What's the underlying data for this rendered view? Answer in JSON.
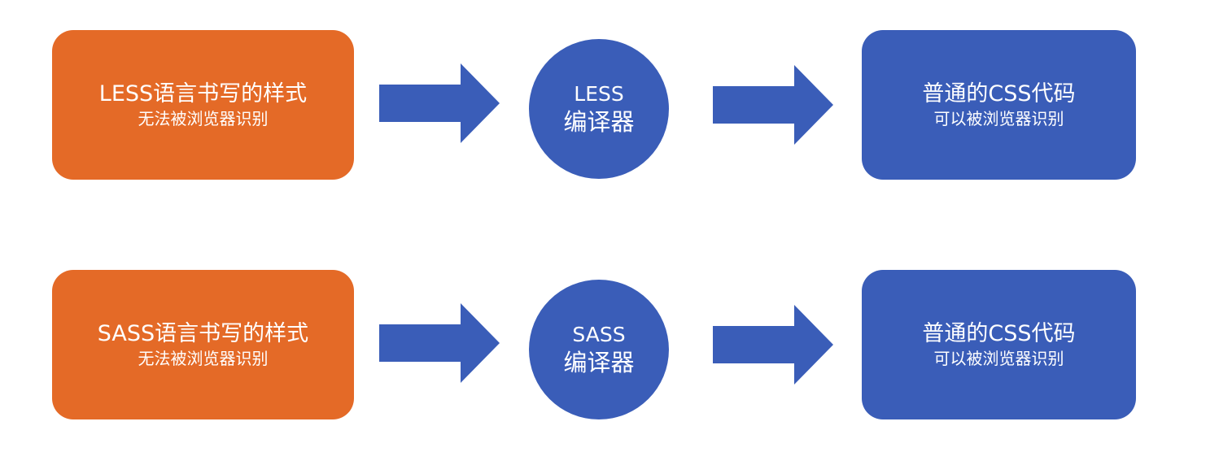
{
  "colors": {
    "source_box": "#e46a27",
    "compiler": "#3a5db8",
    "output_box": "#3a5db8",
    "arrow": "#3a5db8",
    "text": "#ffffff"
  },
  "rows": [
    {
      "source": {
        "title": "LESS语言书写的样式",
        "subtitle": "无法被浏览器识别"
      },
      "compiler": {
        "line1": "LESS",
        "line2": "编译器"
      },
      "output": {
        "title": "普通的CSS代码",
        "subtitle": "可以被浏览器识别"
      }
    },
    {
      "source": {
        "title": "SASS语言书写的样式",
        "subtitle": "无法被浏览器识别"
      },
      "compiler": {
        "line1": "SASS",
        "line2": "编译器"
      },
      "output": {
        "title": "普通的CSS代码",
        "subtitle": "可以被浏览器识别"
      }
    }
  ]
}
